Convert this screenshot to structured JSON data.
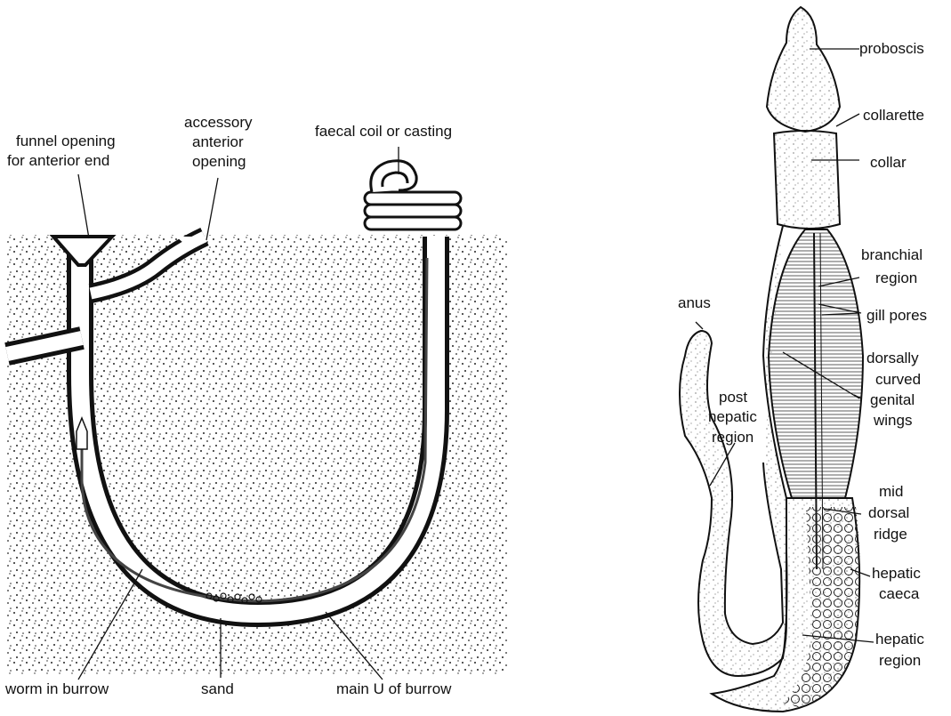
{
  "burrow_labels": {
    "funnel_line1": "funnel opening",
    "funnel_line2": "for anterior end",
    "accessory_line1": "accessory",
    "accessory_line2": "anterior",
    "accessory_line3": "opening",
    "faecal": "faecal coil or casting",
    "worm": "worm in burrow",
    "sand": "sand",
    "main_u": "main U of burrow"
  },
  "worm_labels": {
    "proboscis": "proboscis",
    "collarette": "collarette",
    "collar": "collar",
    "branchial_line1": "branchial",
    "branchial_line2": "region",
    "gill_pores": "gill pores",
    "anus": "anus",
    "dorsally": "dorsally",
    "curved": "curved",
    "genital": "genital",
    "wings": "wings",
    "post": "post",
    "hepatic_word": "hepatic",
    "region_word": "region",
    "mid": "mid",
    "dorsal": "dorsal",
    "ridge": "ridge",
    "hepatic_caeca_line1": "hepatic",
    "hepatic_caeca_line2": "caeca",
    "hepatic_region_line1": "hepatic",
    "hepatic_region_line2": "region"
  }
}
